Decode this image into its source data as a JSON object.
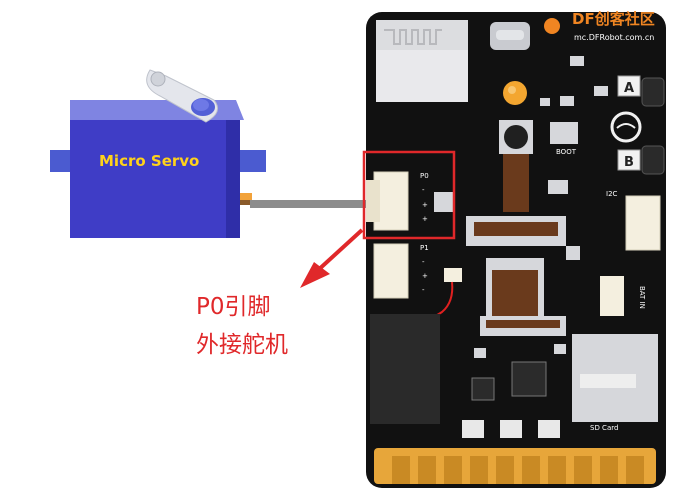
{
  "servo": {
    "label": "Micro Servo"
  },
  "connector": {
    "p0_label": "P0",
    "p1_label": "P1",
    "i2c_label": "I2C",
    "pins": [
      "-",
      "+",
      "+",
      "-",
      "+",
      "-"
    ]
  },
  "board": {
    "button_a": "A",
    "button_b": "B",
    "boot_label": "BOOT",
    "sdcard_label": "SD Card",
    "battery_label": "BAT IN"
  },
  "annotation": {
    "line1": "P0引脚",
    "line2": "外接舵机"
  },
  "watermark": {
    "brand": "DF创客社区",
    "url": "mc.DFRobot.com.cn"
  },
  "colors": {
    "servo_blue": "#3f3dc6",
    "servo_label": "#ffd21a",
    "highlight_red": "#e0282a",
    "board_black": "#111111",
    "gold": "#e7a63a"
  }
}
